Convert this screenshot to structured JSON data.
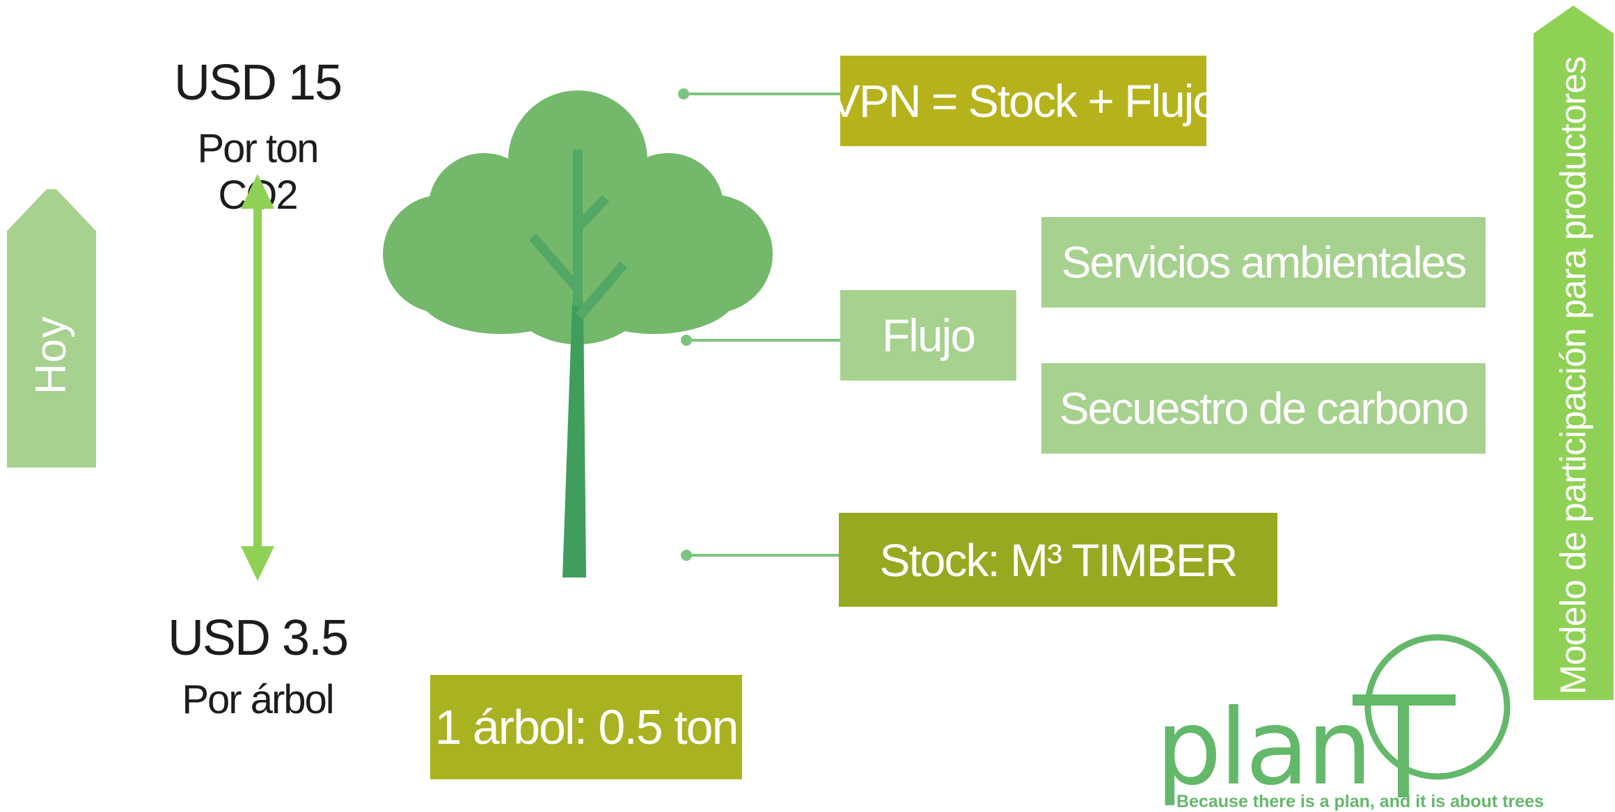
{
  "left_arrow": {
    "label": "Hoy"
  },
  "prices": {
    "top_value": "USD 15",
    "top_unit": "Por ton CO2",
    "bottom_value": "USD 3.5",
    "bottom_unit": "Por árbol"
  },
  "boxes": {
    "vpn": "VPN = Stock + Flujo",
    "flujo": "Flujo",
    "servicios": "Servicios ambientales",
    "secuestro": "Secuestro de carbono",
    "stock": "Stock: M³ TIMBER",
    "arbol": "1 árbol: 0.5 ton"
  },
  "right_arrow": {
    "label": "Modelo de participación para productores"
  },
  "logo": {
    "word": "plan",
    "tagline": "Because there is a plan, and it is about trees"
  },
  "colors": {
    "light_green": "#a6d18e",
    "olive": "#b6b21c",
    "dark_olive": "#96a920",
    "tree_crown": "#74b86b",
    "tree_trunk": "#3f9e5c",
    "arrow_green": "#8fd155",
    "logo_green": "#63b86a"
  }
}
